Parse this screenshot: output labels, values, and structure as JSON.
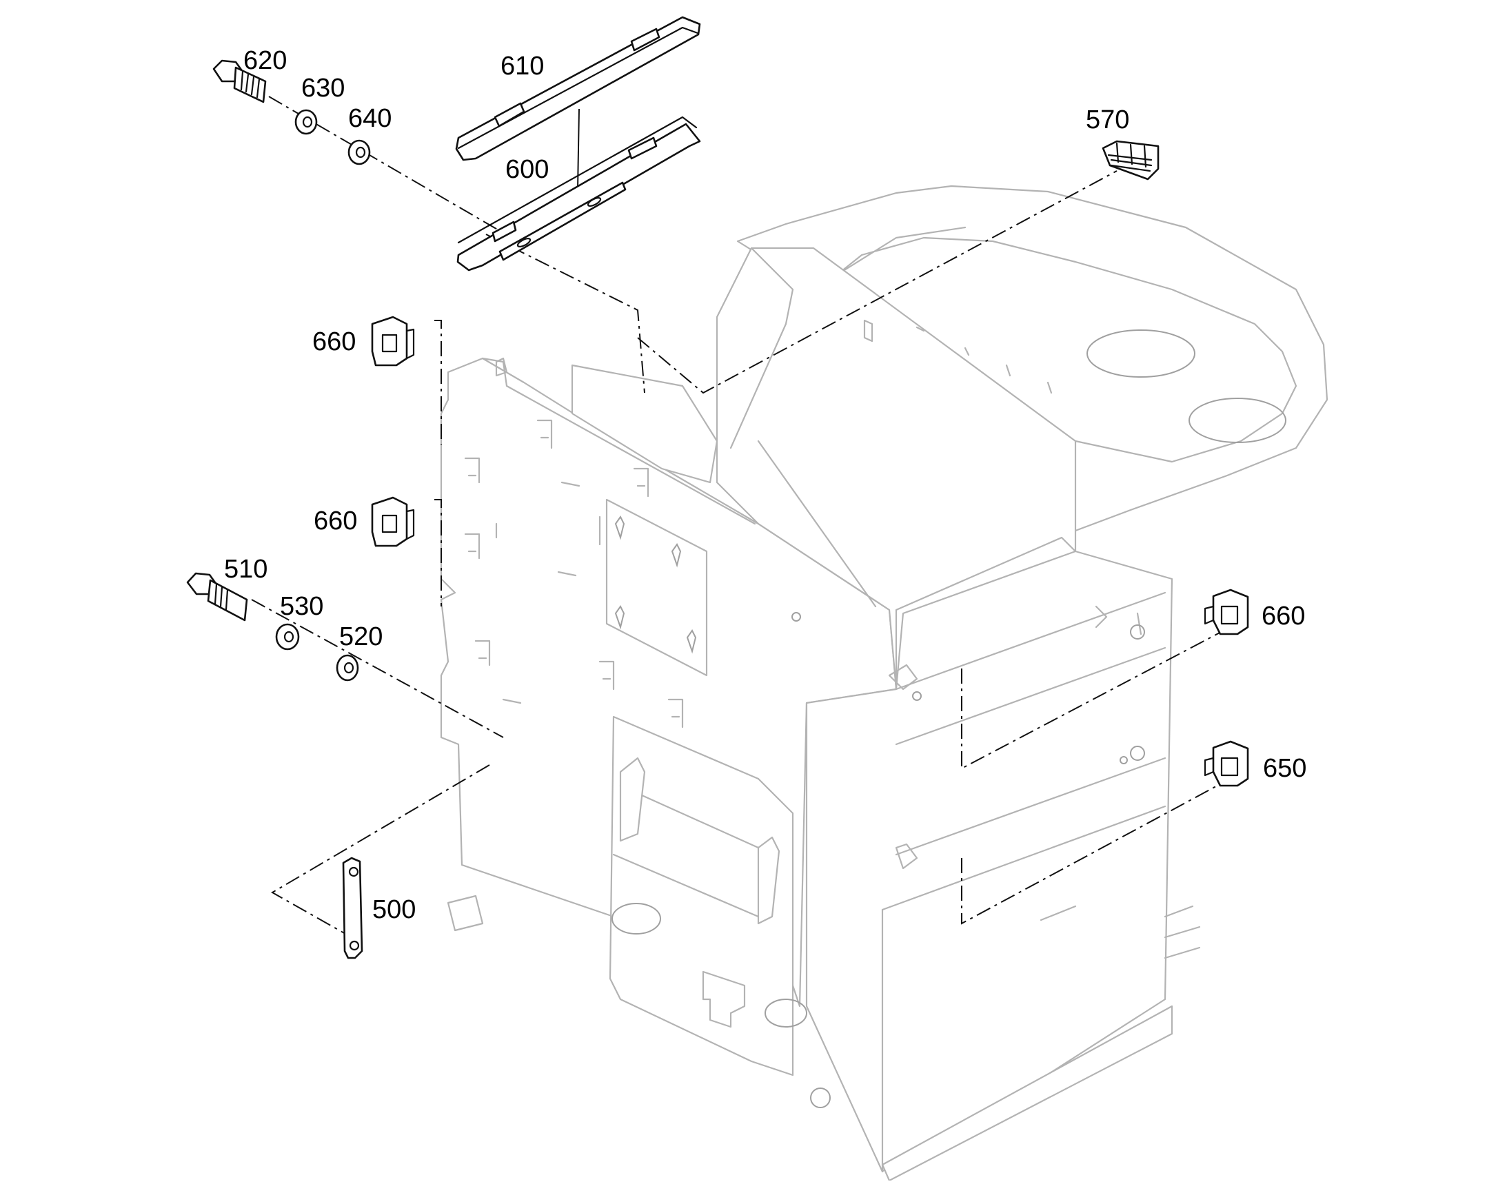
{
  "diagram": {
    "type": "exploded-parts-drawing",
    "callouts": [
      {
        "id": "620",
        "text": "620"
      },
      {
        "id": "630",
        "text": "630"
      },
      {
        "id": "640",
        "text": "640"
      },
      {
        "id": "610",
        "text": "610"
      },
      {
        "id": "600",
        "text": "600"
      },
      {
        "id": "570",
        "text": "570"
      },
      {
        "id": "660a",
        "text": "660"
      },
      {
        "id": "660b",
        "text": "660"
      },
      {
        "id": "510",
        "text": "510"
      },
      {
        "id": "530",
        "text": "530"
      },
      {
        "id": "520",
        "text": "520"
      },
      {
        "id": "660c",
        "text": "660"
      },
      {
        "id": "650",
        "text": "650"
      },
      {
        "id": "500",
        "text": "500"
      }
    ],
    "colors": {
      "part_line": "#111111",
      "frame_line": "#b3b3b3",
      "background": "#ffffff"
    }
  }
}
